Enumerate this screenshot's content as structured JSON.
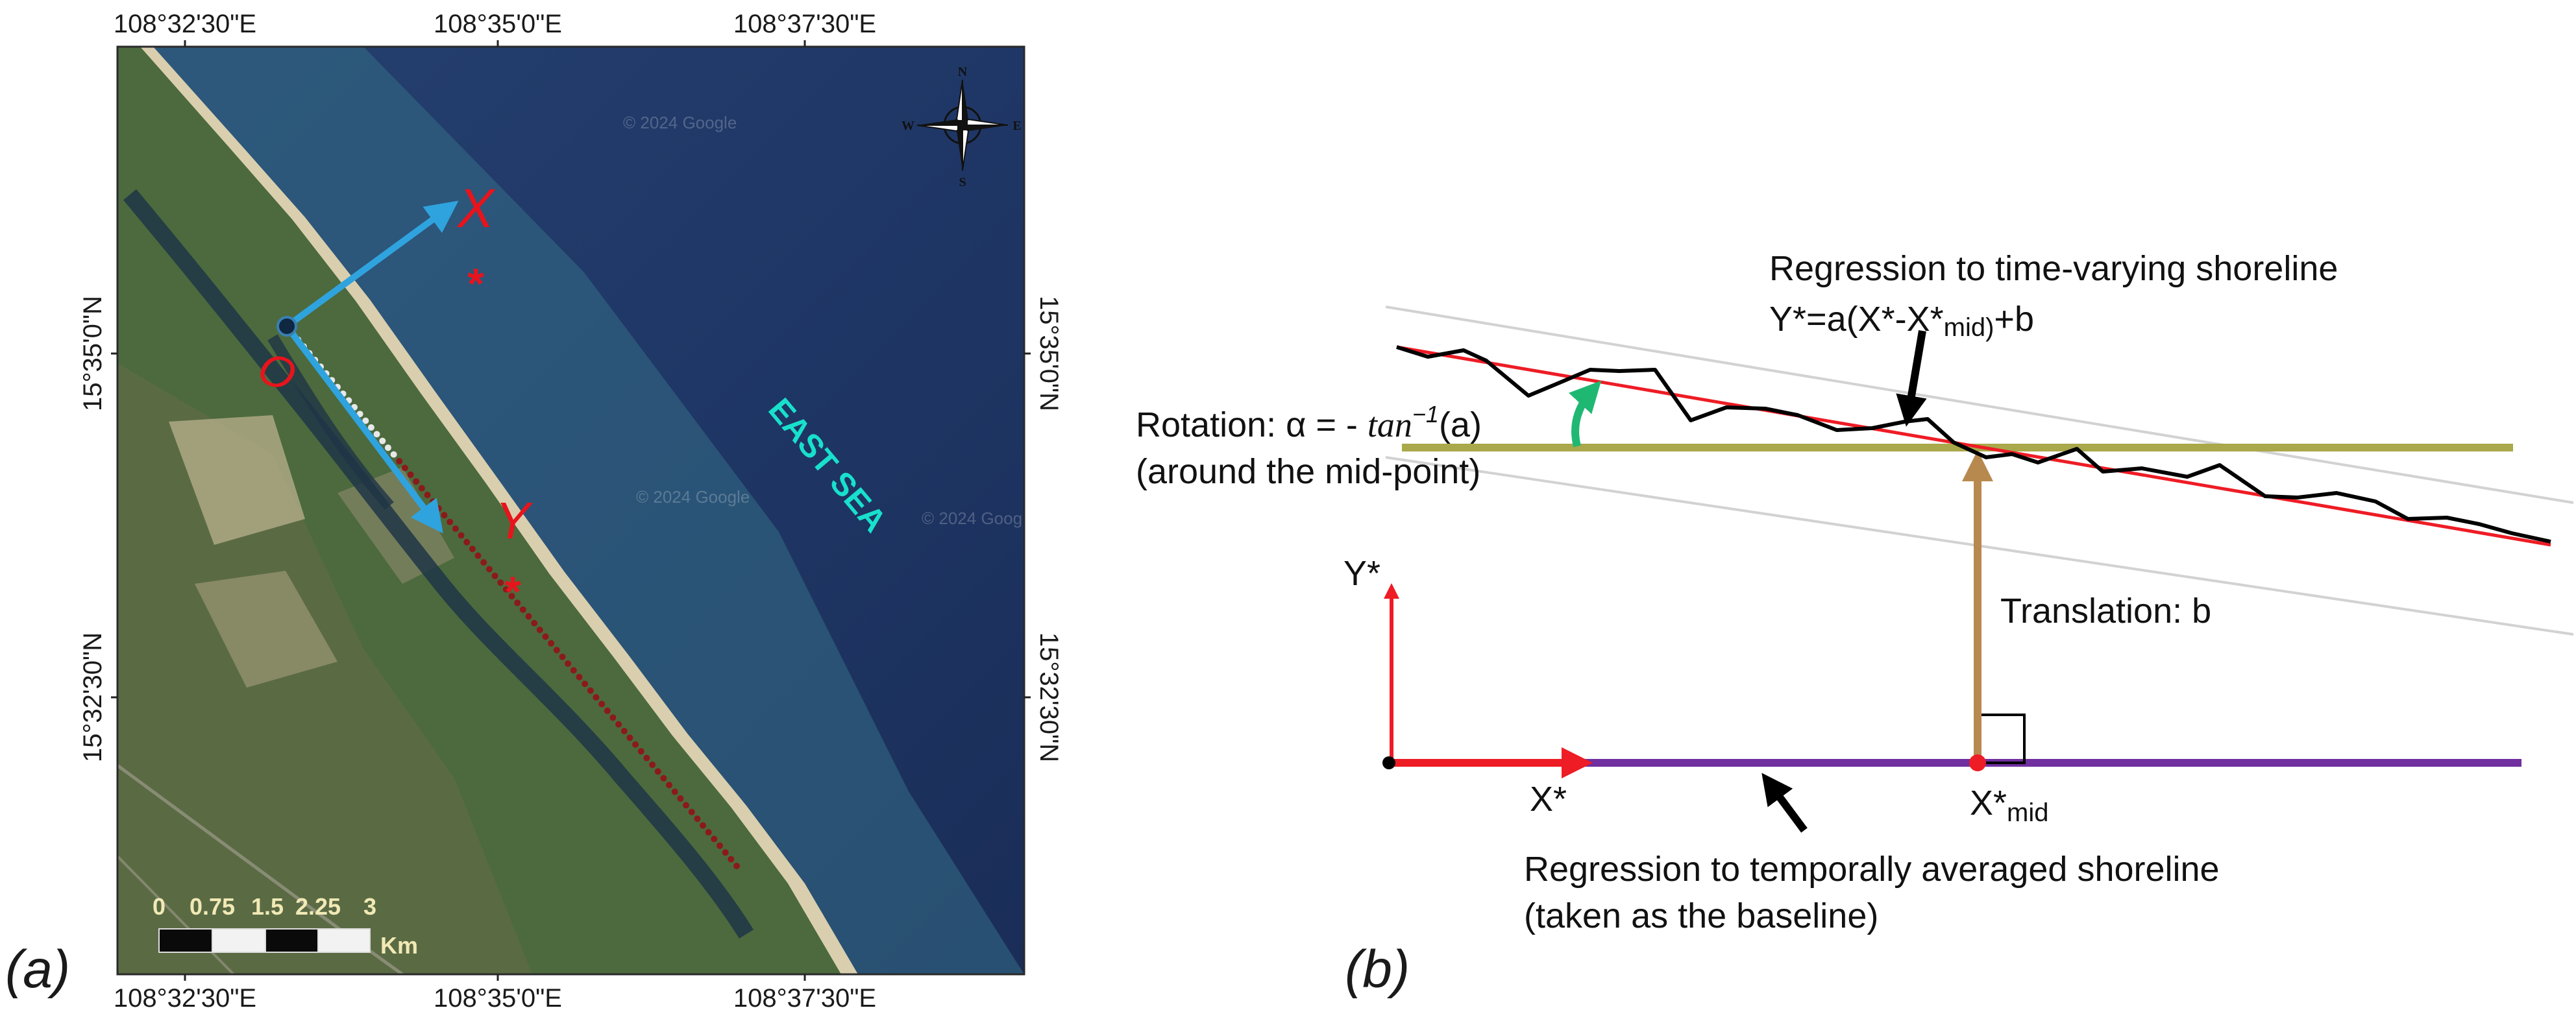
{
  "panel_a": {
    "label": "(a)",
    "lon_labels_top": [
      "108°32'30\"E",
      "108°35'0\"E",
      "108°37'30\"E"
    ],
    "lon_labels_bottom": [
      "108°32'30\"E",
      "108°35'0\"E",
      "108°37'30\"E"
    ],
    "lat_labels_left": [
      "15°35'0\"N",
      "15°32'30\"N"
    ],
    "lat_labels_right": [
      "15°35'0\"N",
      "15°32'30\"N"
    ],
    "sea_label": "EAST SEA",
    "watermark": "© 2024 Google",
    "axis_x_label": "X",
    "axis_y_label": "Y",
    "origin_label": "O",
    "star_symbol": "*",
    "scale_bar": {
      "ticks": [
        "0",
        "0.75",
        "1.5",
        "2.25",
        "3"
      ],
      "unit": "Km"
    },
    "compass": {
      "n": "N",
      "s": "S",
      "e": "E",
      "w": "W"
    },
    "colors": {
      "sea_deep": "#1e3566",
      "land_green": "#4a6a3c",
      "sand": "#d9cfae",
      "axis_arrow": "#2fa3de",
      "label_red": "#e8141c",
      "sea_label": "#18e0cc",
      "transect_points": "#8b1a1a"
    }
  },
  "panel_b": {
    "label": "(b)",
    "title_regression_line1": "Regression to time-varying shoreline",
    "title_regression_line2": "Y*=a(X*-X*",
    "title_regression_sub": "mid)",
    "title_regression_tail": "+b",
    "rotation_prefix": "Rotation: α = - ",
    "rotation_func": "tan",
    "rotation_sup": "−1",
    "rotation_suffix": "(a)",
    "rotation_line2": "(around the mid-point)",
    "translation_label": "Translation: b",
    "axis_y_label": "Y*",
    "axis_x_label": "X*",
    "xmid_label": "X*",
    "xmid_sub": "mid",
    "baseline_line1": "Regression to  temporally averaged shoreline",
    "baseline_line2": "(taken as the baseline)",
    "colors": {
      "regression_red": "#ee1c25",
      "shoreline_black": "#000000",
      "mid_horizontal": "#a9a84a",
      "baseline_purple": "#7030a0",
      "translation_brown": "#b8894f",
      "rotation_green": "#1fb873",
      "axis_red": "#ee1c25",
      "guide_gray": "#cfcfcf"
    }
  }
}
